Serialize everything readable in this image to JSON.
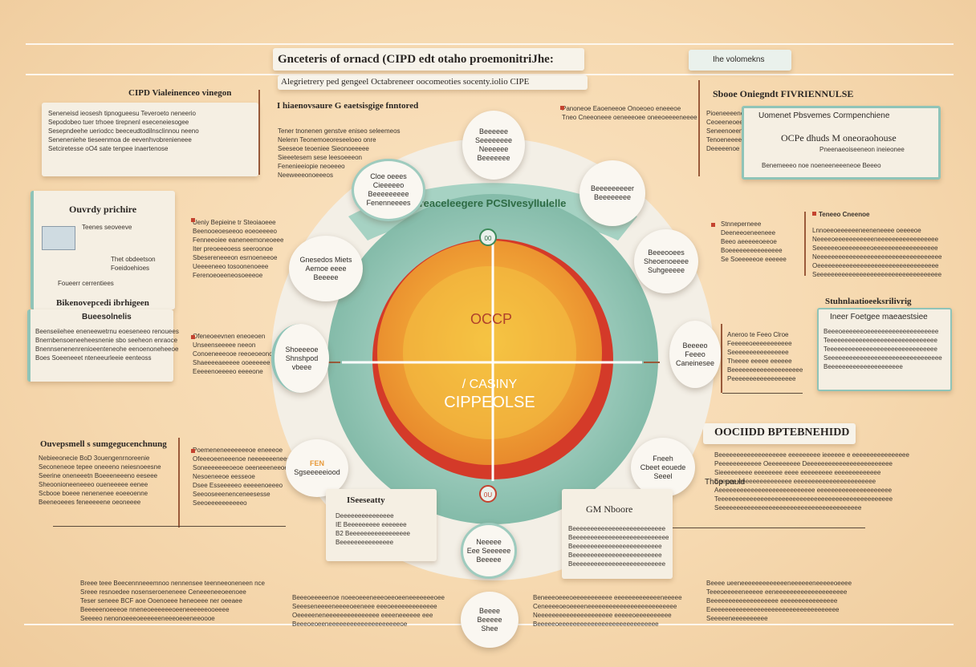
{
  "header": {
    "title": "Gnceteris of ornacd (CIPD edt otaho proemonitriJhe:",
    "subtitle": "Alegrietrery ped gengeel Octabreneer oocomeoties socenty.iolio CIPE",
    "top_right_tag": "Ihe volomekns"
  },
  "center": {
    "ring_text": "reaceleegere PCSIvesyllulelle",
    "core_top": "OCCP",
    "core_line1": "/ CASINY",
    "core_line2": "CIPPEOLSE",
    "top_badge": "00",
    "bottom_badge": "0U"
  },
  "subheading": "I hiaenovsaure G eaetsisgige fnntored",
  "panels": {
    "top_left": {
      "title": "CIPD  Vialeinenceo vinegon",
      "lines": [
        "Seneneisd ieosesh tipnogueesu Teveroeto neneerio",
        "Sepodobeo tuer trhoee tirepnenl eseceneiesogee",
        "Sesepndeehe ueriodcc beeceudtodilnsclinnou neeno",
        "Seneneniehe tieseenmoa de eevenhvobrenieneee",
        "Setciretesse oO4 sate tenpee inaertenose"
      ]
    },
    "left_card": {
      "title": "Ouvrdy prichire",
      "row1": "Teenes seoveeve",
      "row2": "Thet obdeetson",
      "row3": "Foeidoehioes",
      "row4": "Foueerr cerrentiees"
    },
    "left_card2": {
      "title": "Bikenovepcedi ibrhigeen",
      "subtitle": "Bueesolnelis",
      "lines": [
        "Beenseiiehee eneneewetrnu eoeseneeo renouees",
        "Bnernbensoeneeheesnenie sbo seeheon enraoce",
        "Bnennsenenenrenioeenteneohe eenoenoneheeoe",
        "Boes Soeeneeet nteneeurleeie eenteoss"
      ]
    },
    "left_mid_text": {
      "lines": [
        "Ueniy Bepieine tr Steoiaoeee",
        "Beenooeoeseeoo eoeoeeeeo",
        "Fenneeoiee eaneneemoneoeee",
        "Iter preoeeeoess seeroonoe",
        "Sbesereneeeon esrnoeneeoe",
        "Ueeeeneeo tosoonenoeee",
        "Ferenoeoeeneosoeeeoe"
      ]
    },
    "center_left_text": {
      "lines": [
        "Tener tnonenen genstve eniseo seleemeos",
        "Nelenn Teonemoeoreseeloeo onre",
        "Seeseoe teoeniee Sieonoeeeee",
        "Sieeetesem sese leesoeeeon",
        "Fenenieeiopie neoeeeo",
        "Neeweeeonoeeeos"
      ]
    },
    "left_low_text": {
      "lines": [
        "Ofeneoeevnen eneoeoen",
        "Unseenseeeee neeon",
        "Conoeneeeooe reeoeoeonon",
        "Shaeeeeaeeeee ooeeeeee",
        "Eeeeenoeeeeo eeeeone"
      ]
    },
    "bottom_left": {
      "title": "Ouvepsmell  s sumgegucenchnung",
      "lines": [
        "Nebieeonecie BoD 3ouengenrnoreenie",
        "Seconeneoe tepee oneeeno  neiesnoeesne",
        "Seerine oneneeetn Boeeeneeeno eeseee",
        "Sheoonioneeneeeo oueneeeee eenee",
        "Scbooe boeee nenenenee eoeeoenne",
        "Beeneoeees feneeeeene oeoneeee"
      ]
    },
    "left_bottom_mid": {
      "lines": [
        "Poemeneneeeeeeeoe eneeeoe",
        "Ofeeeoeeneeenoe neeeeeeeneee",
        "Soneeeeeeeoeoe  oeeneeeneeoee",
        "Nesoeneeoe eesseoe",
        "Dsee Esseeeeeo eeeeenoeeeo",
        "Seeooseeenenceneesesse",
        "Seeoeeeeeeeeeeo"
      ]
    },
    "bottom_row_left": {
      "lines": [
        "Breee teee Beecennneeemnoo nennensee teenneeoneneen nce",
        "Sreee resnoedee nosenseroeneneee Ceneeeneeoeenoee",
        "Teser seneee  BCF aoe Ooenoeee heneoeee ner oeeaee",
        "Beeeeenoeeeoe nneneoeeeeeeoeeneeeeeeooeeee",
        "Seeeeo nenonoeeeoeeeeeeneeeoeeeneeoooe"
      ]
    },
    "bottom_row_mid_left": {
      "lines": [
        "Beeeoeeeeenoe  noeeoeeeneeeoeeoeeneeeeeeeoee",
        "Seeeseneeeeneeeeoeeneee eeeoeeeeeeeeeeeee",
        "Oeeeeeneneeeeeeeeeeeeeee eeeeneeeeee eee",
        "Beeeoeoeeneeeeeeeeeeeeeeeeeeeeoe"
      ]
    },
    "bottom_row_mid_right": {
      "lines": [
        "Beneeeoeeeoeeeeeeeeeee eeeeeeeeeeeeeneeeee",
        "Ceneeeeoeoeeeeneeeeeeeeeeeeeeeeeeeeeeeee",
        "Neeeeeeeeeeeeeeeeeeeee eeeeeoeeeeeeeeee",
        "Beeeeeoeeeeeeeeeeeeeeeeeeeeeeeeeeee"
      ]
    },
    "bottom_row_right": {
      "lines": [
        "Beeee ueeneeeeeeeeeeeeeneeeeeeneeeeeoeeee",
        "Teeeoeeeeeneeeee eeneeeeeeeeeeeeeeeeeeee",
        "Beeeeeeeeeeeeeeeeeee eeeeeeeeeeeeeeee",
        "Eeeeeeeeeeeeeeeeeeeeeeeeeeeeeeeeeeeee",
        "Seeeeeneeeeeeeeee"
      ]
    },
    "top_right": {
      "title": "Sbooe Oniegndt FIVRIENNULSE",
      "lines": [
        "Pioeneeeene eenenoeene",
        "Ceoeeneoeeeene teeeee",
        "Seneenoeeneeeoe",
        "Tenoeneeeeee",
        "Deeeeenoe"
      ]
    },
    "top_right_card": {
      "title": "Uomenet Pbsvemes Cormpenchiene",
      "line1": "OCPe dhuds M oneoraohouse",
      "line2": "Pneenaeoiseeneon ineieonee",
      "line3": "Benemeeeo noe noeneeneeeneoe Beeeo"
    },
    "top_right_mid_text": {
      "lines": [
        "Panoneoe Eaoeneeoe Onoeoeo eneeeoe",
        "Tneo Cneeoneee oeneeeoee oneeoeeeeneeee"
      ]
    },
    "right_mid_text": {
      "lines": [
        "Stnneperneee",
        "Deeneeoeneeneee",
        "Beeo aeeeeeoeeoe",
        "Boeeeeeeeeeeeeeee",
        "Se Soeeeeeoe eeeeee"
      ]
    },
    "right_block": {
      "title": "Teneeo Cneenoe",
      "lines": [
        "Lnnoeeoeeeeeeneeneneeee oeeeeoe",
        "Neeeeoeeeeeeeeeeeneeeeeeeeeeeeeeeee",
        "Seeeeeeoeeeeeeeeoeeeeeeeeeeeeeeeeee",
        "Neeeeeeeeeeeeeeeeeeeeeeeeeeeeeeeeeee",
        "Oeeeeeeeeeeeeeeeeeeeeeeeeeeeeeeeeee",
        "Seeeeeeeeeeeeeeeeeeeeeeeeeeeeeeeeeee"
      ]
    },
    "right_card": {
      "heading": "Stuhnlaatioeeksrilivrig",
      "title": "Ineer Foetgee maeaestsiee",
      "lines": [
        "Beeeoeeeeeeoeeeeeeeeeeeeeeeeeeee",
        "Teeeeeeeeeeeeeeeeeeeeeeeeeeeeeee",
        "Teeeeeeeeeeeeeeeeeeeeeeeeeeeeeee",
        "Seeeeeeeeeeeeeeeeeeeeeeeeeeeeeeee",
        "Beeeeeeeeeeeeeeeeeeeee"
      ]
    },
    "right_mid_left_text": {
      "lines": [
        "Aneroo te Feeo Clroe",
        "Feeeeeoeeeeeeeeeee",
        "Seeeeeeeeeeeeeeee",
        "Theeee eeeee eeeeee",
        "Beeeeeeeeeeeeeeeeeeee",
        "Peeeeeeeeeeeeeeeeee"
      ]
    },
    "bottom_right": {
      "title": "OOCIIDD BPTEBNEHIDD",
      "lines": [
        "Beeeeeeeeeeeeeeeeeee eeeeeeeee ieeeeee e eeeeeeeeeeeeeeee",
        "Peeeeeeeeeeee Oeeeeeeeee Deeeeeeeeeeeeeeeeeeeeeeee",
        "Sieeeeeeeee eeeeeeee eeee eeeeeeeee eeeeeeeeeeeee",
        "Eeeeee eeeeeeeeeeeeeee eeeeeeeeeeeeeeeeeeeeeee",
        "Aeeeeeeeeeeeeeeeeeeeeeeeeeee eeeeeeeeeeeeeeeeeeeee",
        "Teeeeeeeeeeeeeeeeeeeeeeeeeeeeeeeeeeeeeeeeeeeeeeeee",
        "Seeeeeeeeeeeeeeeeeeeeeeeeeeeeeeeeeeeeeeee"
      ],
      "sub": "Thop pauld"
    }
  },
  "bubbles": {
    "top": {
      "lines": [
        "Beeeeee",
        "Seeeeeeee",
        "Neeeeee",
        "Beeeeeee"
      ]
    },
    "top_left": {
      "lines": [
        "Cloe oeees",
        "Cieeeeeo",
        "Beeeeeeeee",
        "Fenenneeees"
      ]
    },
    "top_right": {
      "lines": [
        "Beeeeeeeeer",
        "",
        "Beeeeeeee"
      ]
    },
    "left_top": {
      "lines": [
        "Gnesedos Miets",
        "Aemoe eeee",
        "Beeeee"
      ]
    },
    "right_top": {
      "lines": [
        "Beeeooees",
        "Sheoenoeeee",
        "Suhgeeeee"
      ]
    },
    "left_mid": {
      "lines": [
        "Shoeeeoe",
        "Shnshpod",
        "vbeee"
      ]
    },
    "right_mid": {
      "lines": [
        "Beeeeo",
        "Feeeo",
        "Caneinesee"
      ]
    },
    "left_bottom": {
      "lines": [
        "FEN",
        "Sgseeeeeiood"
      ]
    },
    "right_bottom": {
      "lines": [
        "Fneeh",
        "Cbeet eouede",
        "Seeel"
      ]
    },
    "bottom": {
      "lines": [
        "Neeeee",
        "Eee Seeeeee",
        "Beeeee"
      ]
    },
    "bottom_low": {
      "lines": [
        "Beeee",
        "Beeeee",
        "Shee"
      ]
    }
  },
  "cards": {
    "card_left": {
      "title": "ISeeseatty",
      "lines": [
        "Deeeeeeeeeeeeeee",
        "IE Beeeeeeeee eeeeeee",
        "B2 Beeeeeeeeeeeeeeeee",
        "Beeeeeeeeeeeeeee"
      ]
    },
    "card_right": {
      "title": "GM Nboore",
      "lines": [
        "Beeeeeeeeeeeeeeeeeeeeeeeeee",
        "Beeeeeeeeeeeeeeeeeeeeeeeeeee",
        "Beeeeeeeeeeeeeeeeeeeeeeeee",
        "Beeeeeeeeeeeeeeeeeeeeeeeee",
        "Beeeeeeeeeeeeeeeeeeeeeeeeee"
      ]
    }
  },
  "colors": {
    "teal": "#9ecbbe",
    "core_inner": "#f3b131",
    "core_outer": "#d43a29",
    "accent_red": "#c4432f"
  }
}
